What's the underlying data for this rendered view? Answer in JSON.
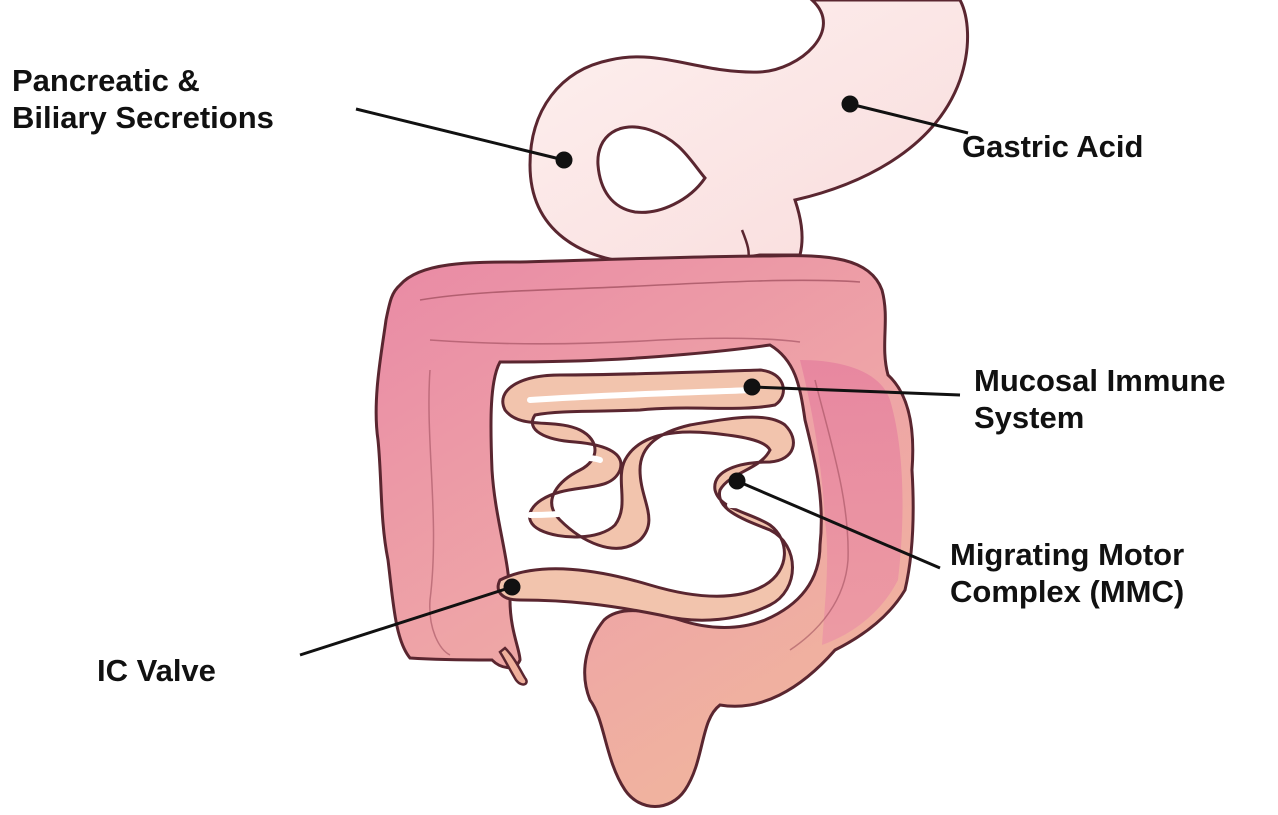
{
  "labels": {
    "pancreatic": {
      "line1": "Pancreatic &",
      "line2": "Biliary Secretions"
    },
    "gastric": {
      "text": "Gastric Acid"
    },
    "mucosal": {
      "line1": "Mucosal Immune",
      "line2": "System"
    },
    "mmc": {
      "line1": "Migrating Motor",
      "line2": "Complex (MMC)"
    },
    "ic_valve": {
      "text": "IC Valve"
    }
  },
  "colors": {
    "stomach_fill": "#fbe3e3",
    "colon_top": "#e88aa4",
    "colon_bottom": "#efb09c",
    "small_intestine": "#f2c4ad",
    "outline": "#5a2630",
    "leader_line": "#111111",
    "text": "#111111"
  }
}
